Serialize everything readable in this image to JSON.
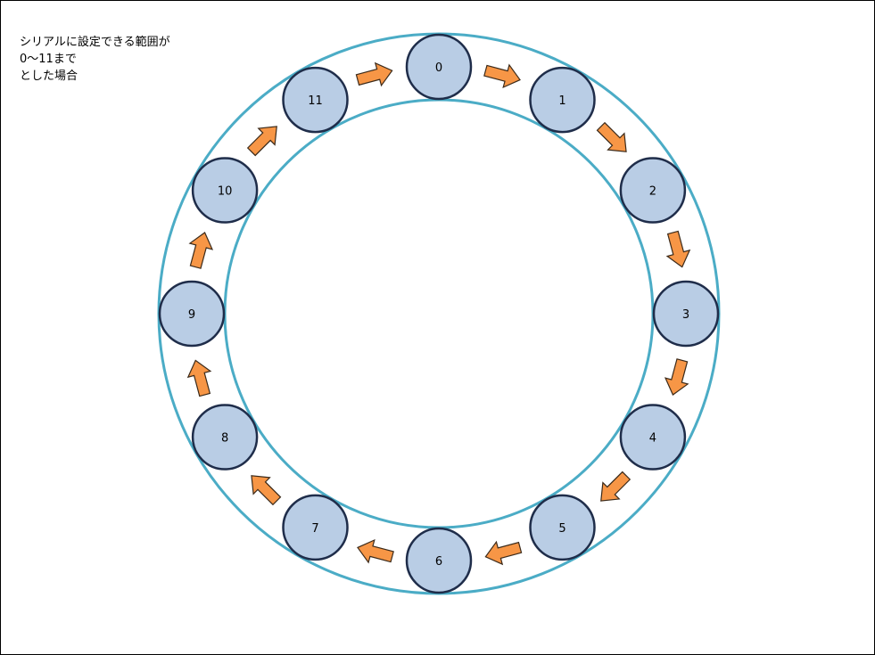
{
  "caption": {
    "line1": "シリアルに設定できる範囲が",
    "line2": "0〜11まで",
    "line3": "とした場合"
  },
  "diagram": {
    "nodes": [
      "0",
      "1",
      "2",
      "3",
      "4",
      "5",
      "6",
      "7",
      "8",
      "9",
      "10",
      "11"
    ],
    "colors": {
      "ring": "#4bacc6",
      "node_fill": "#b9cde5",
      "node_stroke": "#1f2d4a",
      "arrow_fill": "#f79646",
      "arrow_stroke": "#3b2a1a"
    }
  }
}
